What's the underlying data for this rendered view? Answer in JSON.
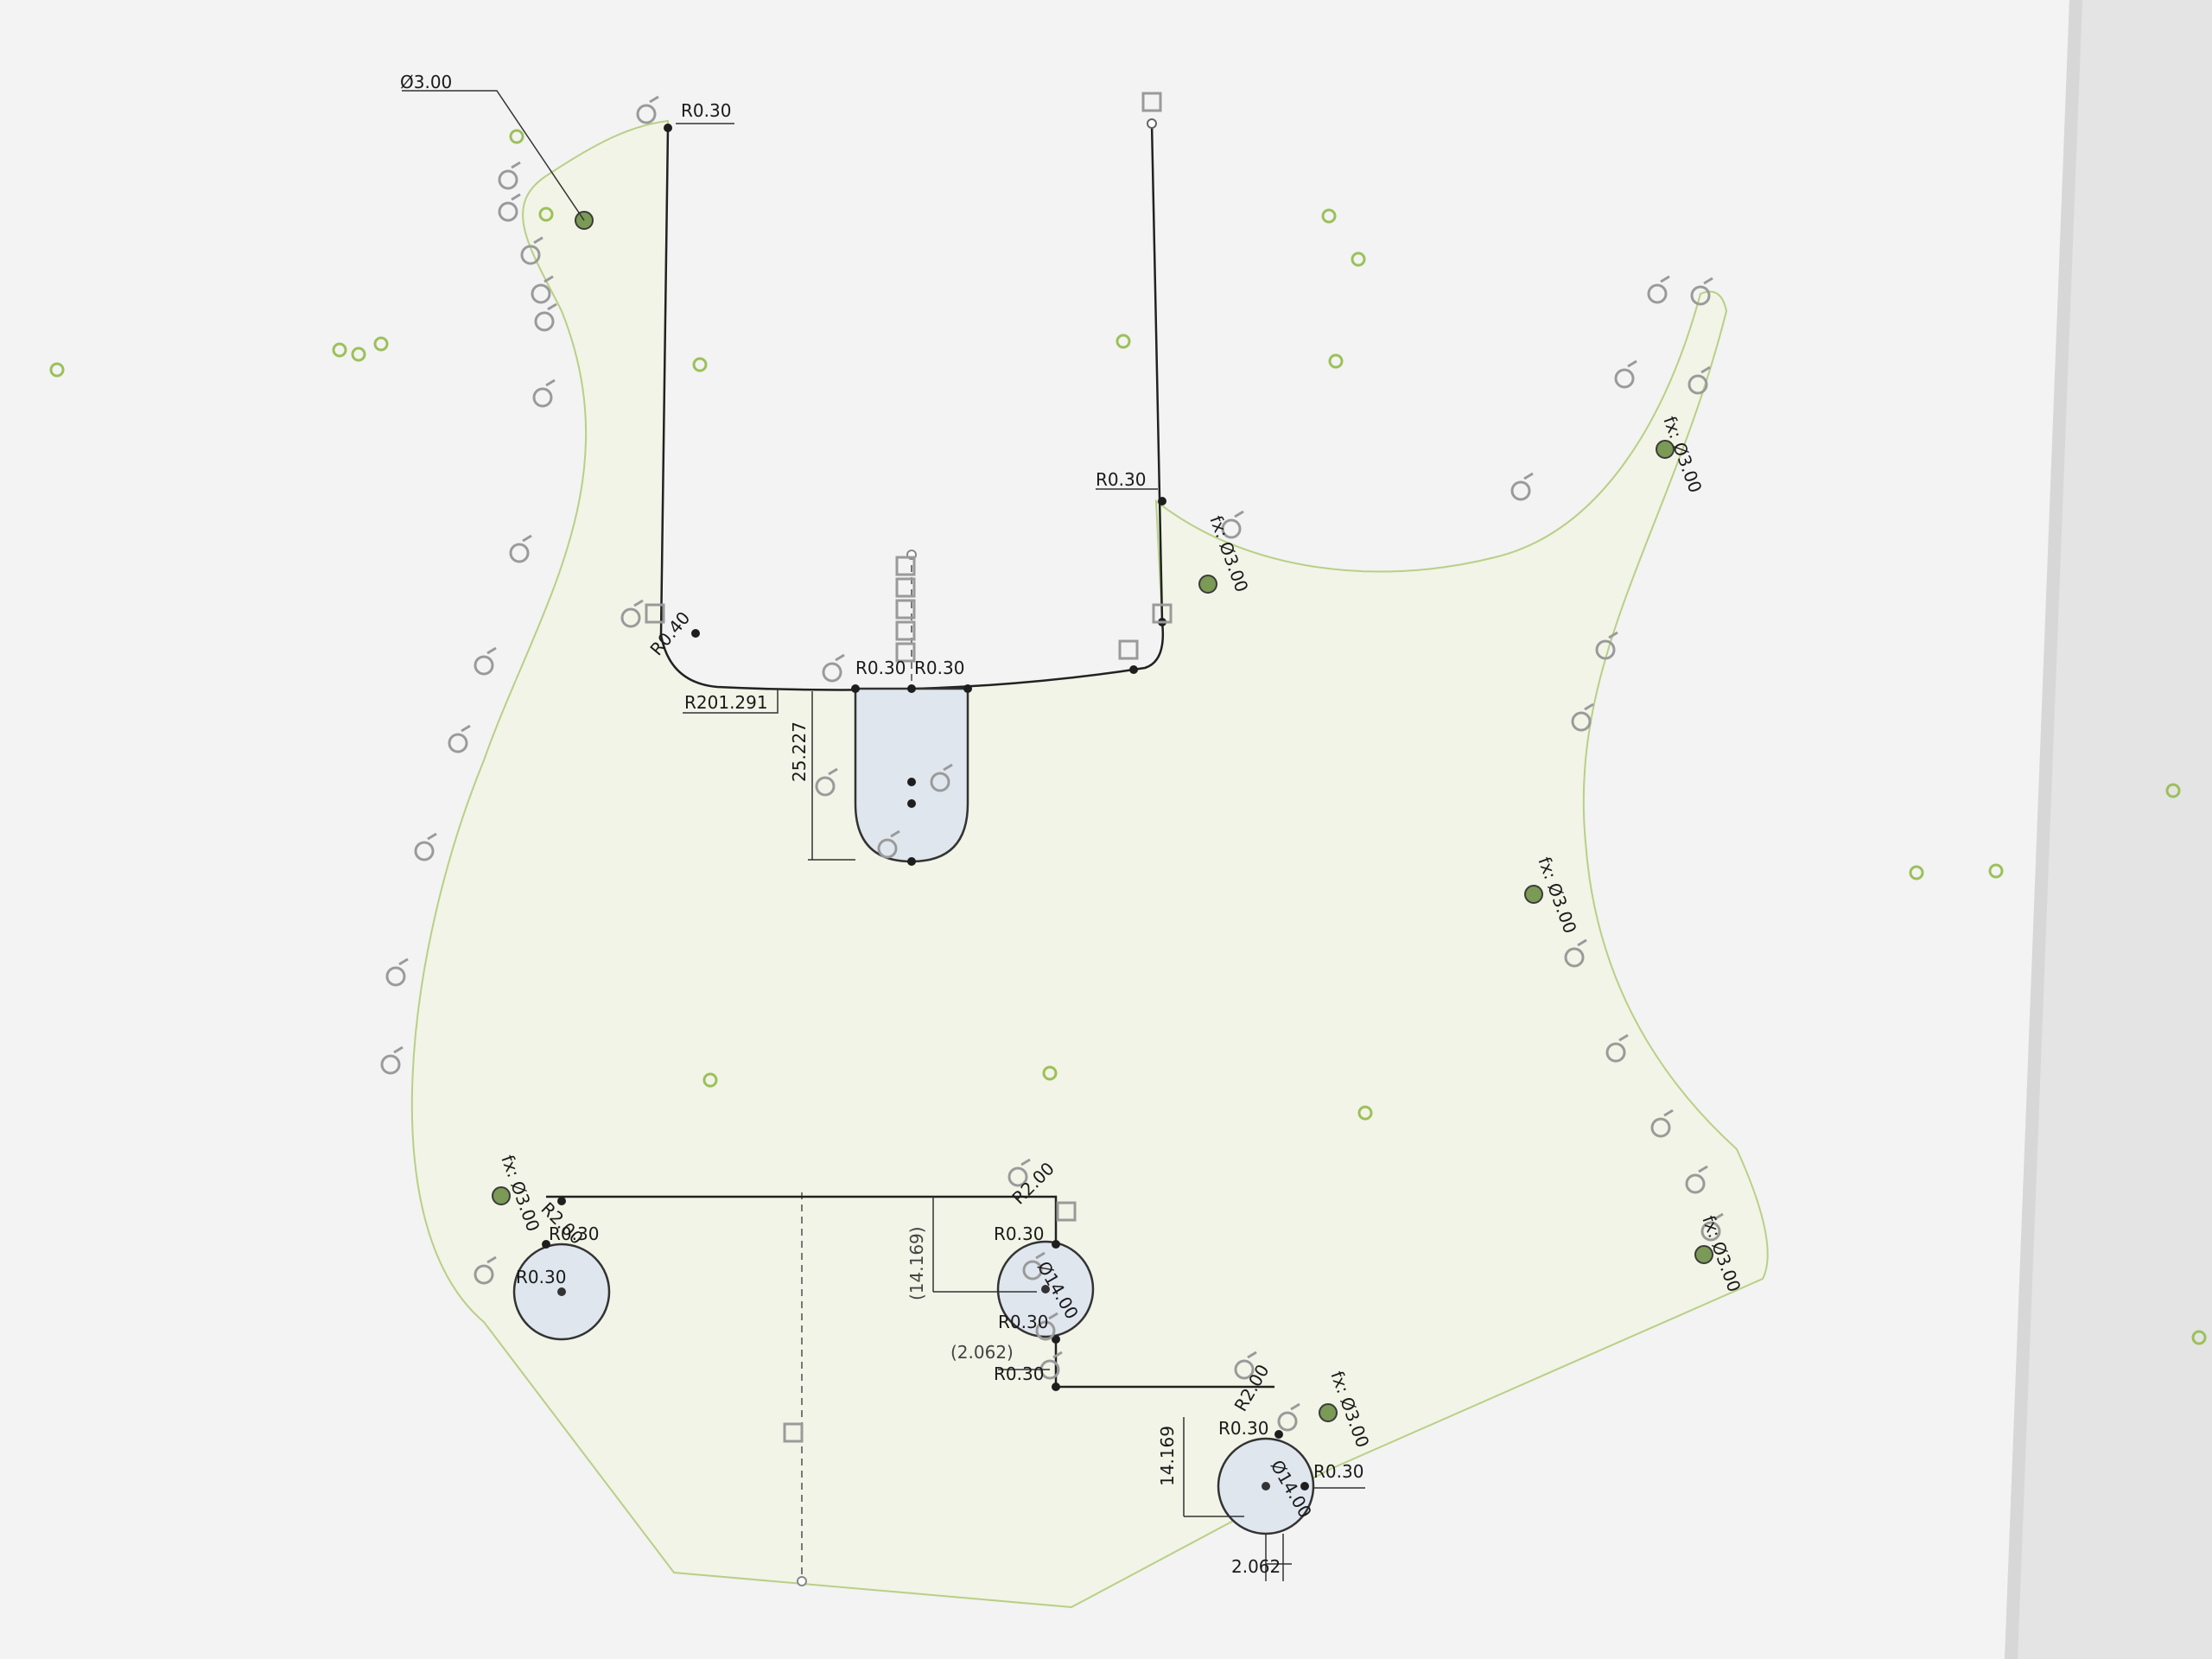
{
  "canvas": {
    "background": "#f2f3f2",
    "profile_fill": "#f1f4e6",
    "profile_stroke": "#b9cf86",
    "line_color": "#222222",
    "pocket_fill": "#dfe6ee",
    "point_color": "#9cc05a"
  },
  "dimensions": {
    "hole_dia": "Ø3.00",
    "r_top_left": "R0.30",
    "r_neck_right": "R0.30",
    "r_neck_left": "R0.40",
    "r_body_top": "R201.291",
    "r_pocket_left": "R0.30",
    "r_pocket_right": "R0.30",
    "pocket_depth": "25.227",
    "fx_upper_right": "fx: Ø3.00",
    "fx_neck_right": "fx: Ø3.00",
    "fx_mid_right": "fx: Ø3.00",
    "fx_lower_right": "fx: Ø3.00",
    "fx_lower_left": "fx: Ø3.00",
    "fx_lower_mid": "fx: Ø3.00",
    "r_left_2": "R2.00",
    "r_left_a": "R0.30",
    "r_left_b": "R0.30",
    "r_mid_2": "R2.00",
    "r_mid_a": "R0.30",
    "r_mid_b": "R0.30",
    "r_mid_c": "R0.30",
    "d_mid": "Ø14.00",
    "ref_mid_height": "(14.169)",
    "ref_mid_offset": "(2.062)",
    "r_low_2": "R2.00",
    "r_low_a": "R0.30",
    "r_low_b": "R0.30",
    "d_low": "Ø14.00",
    "low_height": "14.169",
    "low_offset": "2.062"
  }
}
